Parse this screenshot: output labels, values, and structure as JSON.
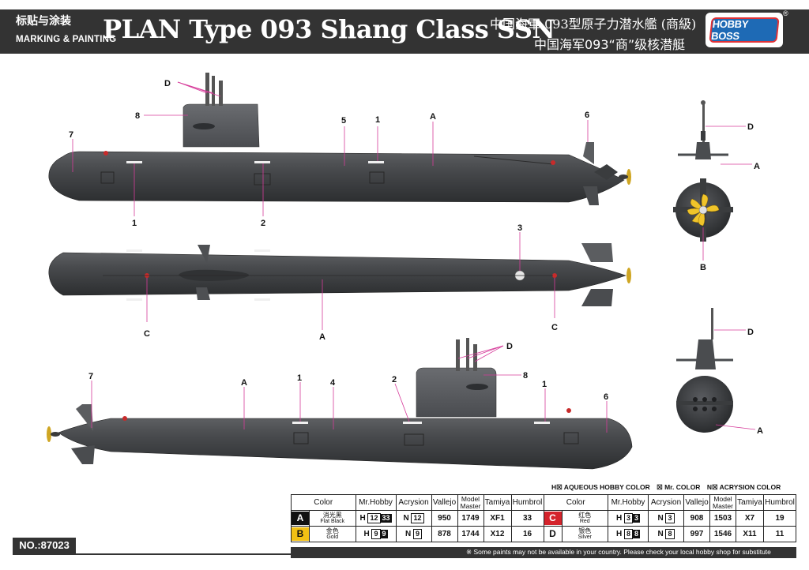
{
  "header": {
    "jp_title": "标贴与涂装",
    "en_subtitle": "MARKING & PAINTING",
    "title": "PLAN Type 093 Shang Class SSN",
    "cn_line1": "中国海軍 093型原子力潜水艦 (商級)",
    "cn_line2": "中国海军093“商”级核潜艇",
    "logo": "HOBBY BOSS",
    "reg_mark": "®"
  },
  "callouts": {
    "A": "A",
    "B": "B",
    "C": "C",
    "D": "D",
    "n1": "1",
    "n2": "2",
    "n3": "3",
    "n4": "4",
    "n5": "5",
    "n6": "6",
    "n7": "7",
    "n8": "8"
  },
  "legend": {
    "hobby": "H☒ AQUEOUS HOBBY COLOR",
    "mr": "☒ Mr. COLOR",
    "acrysion": "N☒ ACRYSION COLOR"
  },
  "table": {
    "headers": [
      "Color",
      "Mr.Hobby",
      "Acrysion",
      "Vallejo",
      "Model Master",
      "Tamiya",
      "Humbrol"
    ],
    "rows": [
      {
        "key": "A",
        "cn": "消光黑",
        "en": "Flat Black",
        "h": "12",
        "mr": "33",
        "n": "12",
        "vallejo": "950",
        "mm": "1749",
        "tamiya": "XF1",
        "humbrol": "33",
        "color": "#111111"
      },
      {
        "key": "B",
        "cn": "金色",
        "en": "Gold",
        "h": "9",
        "mr": "9",
        "n": "9",
        "vallejo": "878",
        "mm": "1744",
        "tamiya": "X12",
        "humbrol": "16",
        "color": "#f2c014"
      },
      {
        "key": "C",
        "cn": "红色",
        "en": "Red",
        "h": "3",
        "mr": "3",
        "n": "3",
        "vallejo": "908",
        "mm": "1503",
        "tamiya": "X7",
        "humbrol": "19",
        "color": "#d4232b"
      },
      {
        "key": "D",
        "cn": "银色",
        "en": "Silver",
        "h": "8",
        "mr": "8",
        "n": "8",
        "vallejo": "997",
        "mm": "1546",
        "tamiya": "X11",
        "humbrol": "11",
        "color": "#ffffff"
      }
    ]
  },
  "footer": {
    "number": "NO.:87023",
    "note": "※ Some paints may not be available in your country. Please check your local hobby shop for substitute"
  }
}
